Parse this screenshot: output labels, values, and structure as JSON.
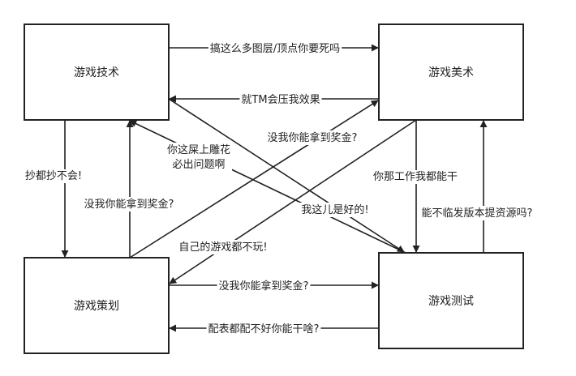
{
  "nodes": {
    "tech": "游戏技术",
    "art": "游戏美术",
    "design": "游戏策划",
    "test": "游戏测试"
  },
  "edges": {
    "tech_to_art": "搞这么多图层/顶点你要死吗",
    "art_to_tech": "就TM会压我效果",
    "design_to_art": "没我你能拿到奖金?",
    "test_to_tech_line1": "你这屎上雕花",
    "test_to_tech_line2": "必出问题啊",
    "tech_to_design": "抄都抄不会!",
    "design_to_tech": "没我你能拿到奖金?",
    "tech_to_test": "我这儿是好的!",
    "art_to_test": "你那工作我都能干",
    "test_to_art": "能不临发版本提资源吗?",
    "art_to_design": "自己的游戏都不玩!",
    "design_to_test": "没我你能拿到奖金?",
    "test_to_design": "配表都配不好你能干啥?"
  }
}
